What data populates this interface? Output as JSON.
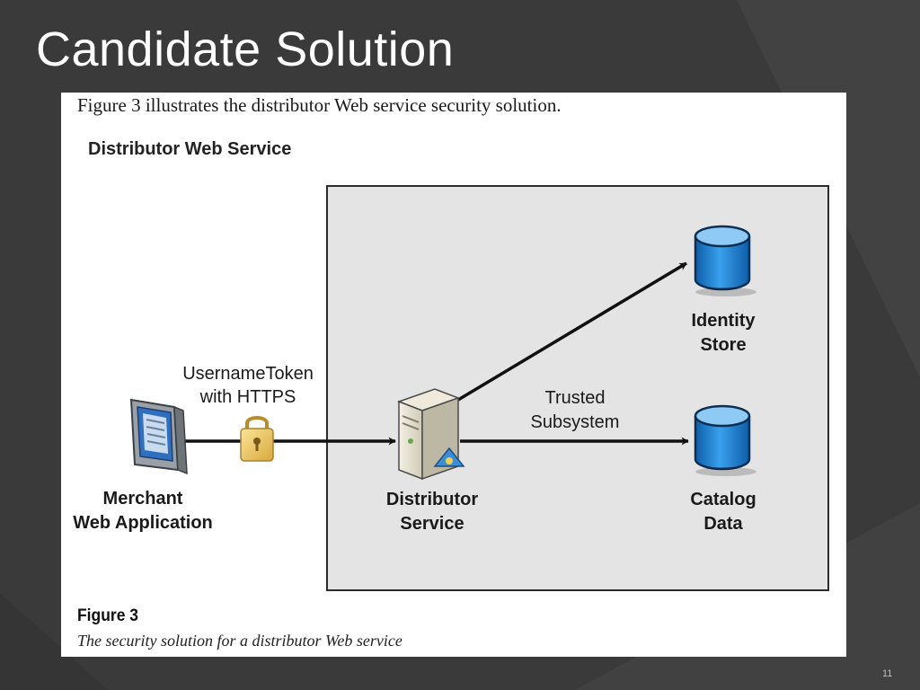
{
  "slide": {
    "title": "Candidate Solution",
    "number": "11"
  },
  "figure": {
    "intro": "Figure 3 illustrates the distributor Web service security solution.",
    "diagram_title": "Distributor Web Service",
    "label": "Figure 3",
    "caption": "The security solution for a distributor Web service"
  },
  "diagram": {
    "nodes": {
      "merchant": {
        "line1": "Merchant",
        "line2": "Web Application",
        "icon": "monitor-icon"
      },
      "distributor": {
        "line1": "Distributor",
        "line2": "Service",
        "icon": "server-icon"
      },
      "identity": {
        "line1": "Identity",
        "line2": "Store",
        "icon": "database-icon"
      },
      "catalog": {
        "line1": "Catalog",
        "line2": "Data",
        "icon": "database-icon"
      }
    },
    "edges": {
      "merchant_to_distributor": {
        "line1": "UsernameToken",
        "line2": "with HTTPS",
        "icon": "padlock-icon"
      },
      "distributor_to_catalog": {
        "line1": "Trusted",
        "line2": "Subsystem"
      }
    }
  },
  "colors": {
    "background": "#3a3a3a",
    "panel": "#ffffff",
    "boundary_fill": "#e4e4e4",
    "database_blue": "#1e7fd0",
    "lock_gold": "#e8c060"
  }
}
